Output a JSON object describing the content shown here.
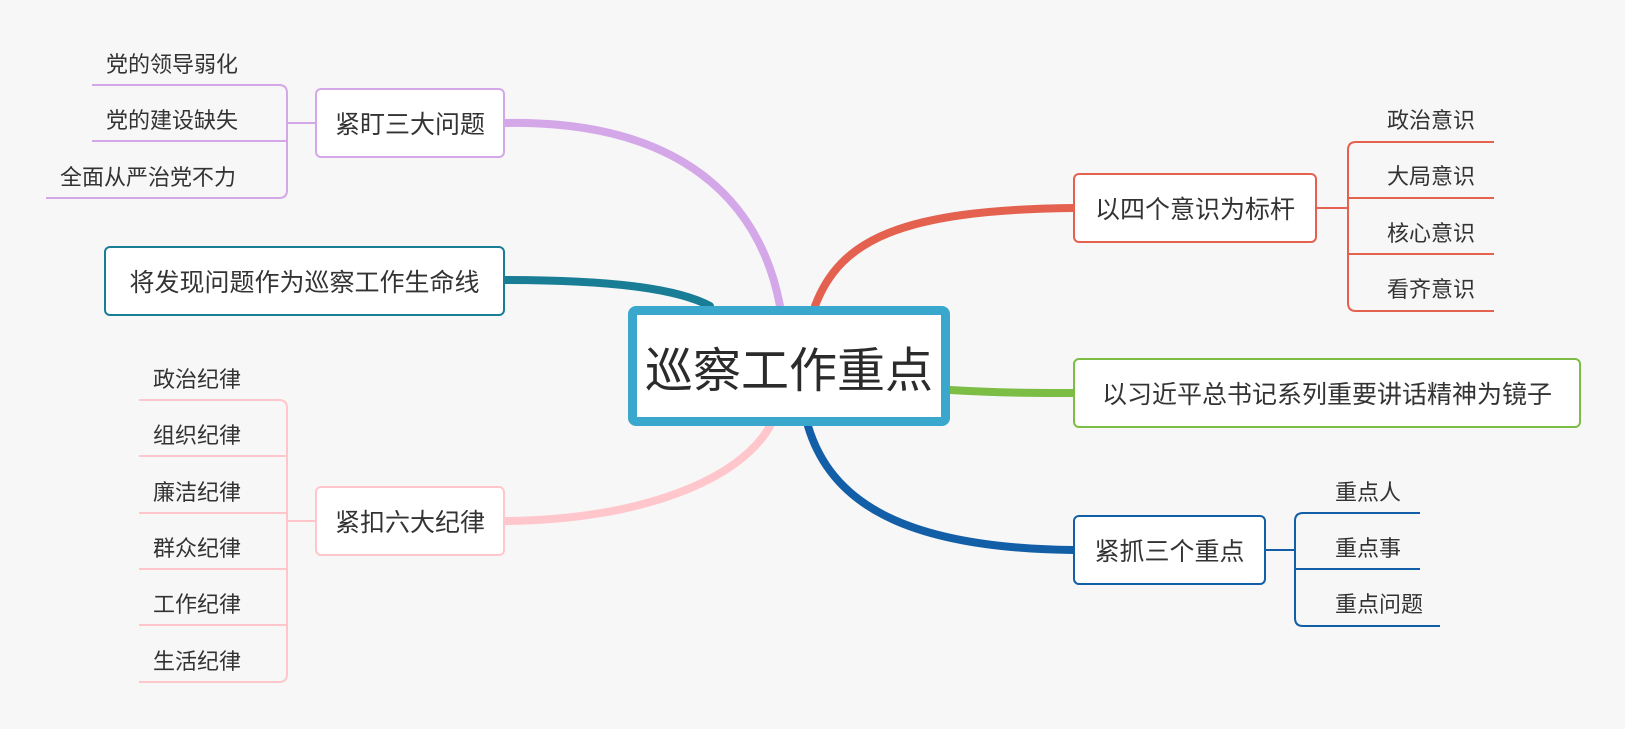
{
  "center": {
    "label": "巡察工作重点",
    "color": "#3aa8cc"
  },
  "branches": [
    {
      "id": "b1",
      "label": "紧盯三大问题",
      "color": "#d4a8e8",
      "children": [
        "党的领导弱化",
        "党的建设缺失",
        "全面从严治党不力"
      ]
    },
    {
      "id": "b2",
      "label": "将发现问题作为巡察工作生命线",
      "color": "#1a7d96",
      "children": []
    },
    {
      "id": "b3",
      "label": "紧扣六大纪律",
      "color": "#ffc7cc",
      "children": [
        "政治纪律",
        "组织纪律",
        "廉洁纪律",
        "群众纪律",
        "工作纪律",
        "生活纪律"
      ]
    },
    {
      "id": "b4",
      "label": "以四个意识为标杆",
      "color": "#e5614f",
      "children": [
        "政治意识",
        "大局意识",
        "核心意识",
        "看齐意识"
      ]
    },
    {
      "id": "b5",
      "label": "以习近平总书记系列重要讲话精神为镜子",
      "color": "#7bbd45",
      "children": []
    },
    {
      "id": "b6",
      "label": "紧抓三个重点",
      "color": "#125fa8",
      "children": [
        "重点人",
        "重点事",
        "重点问题"
      ]
    }
  ]
}
